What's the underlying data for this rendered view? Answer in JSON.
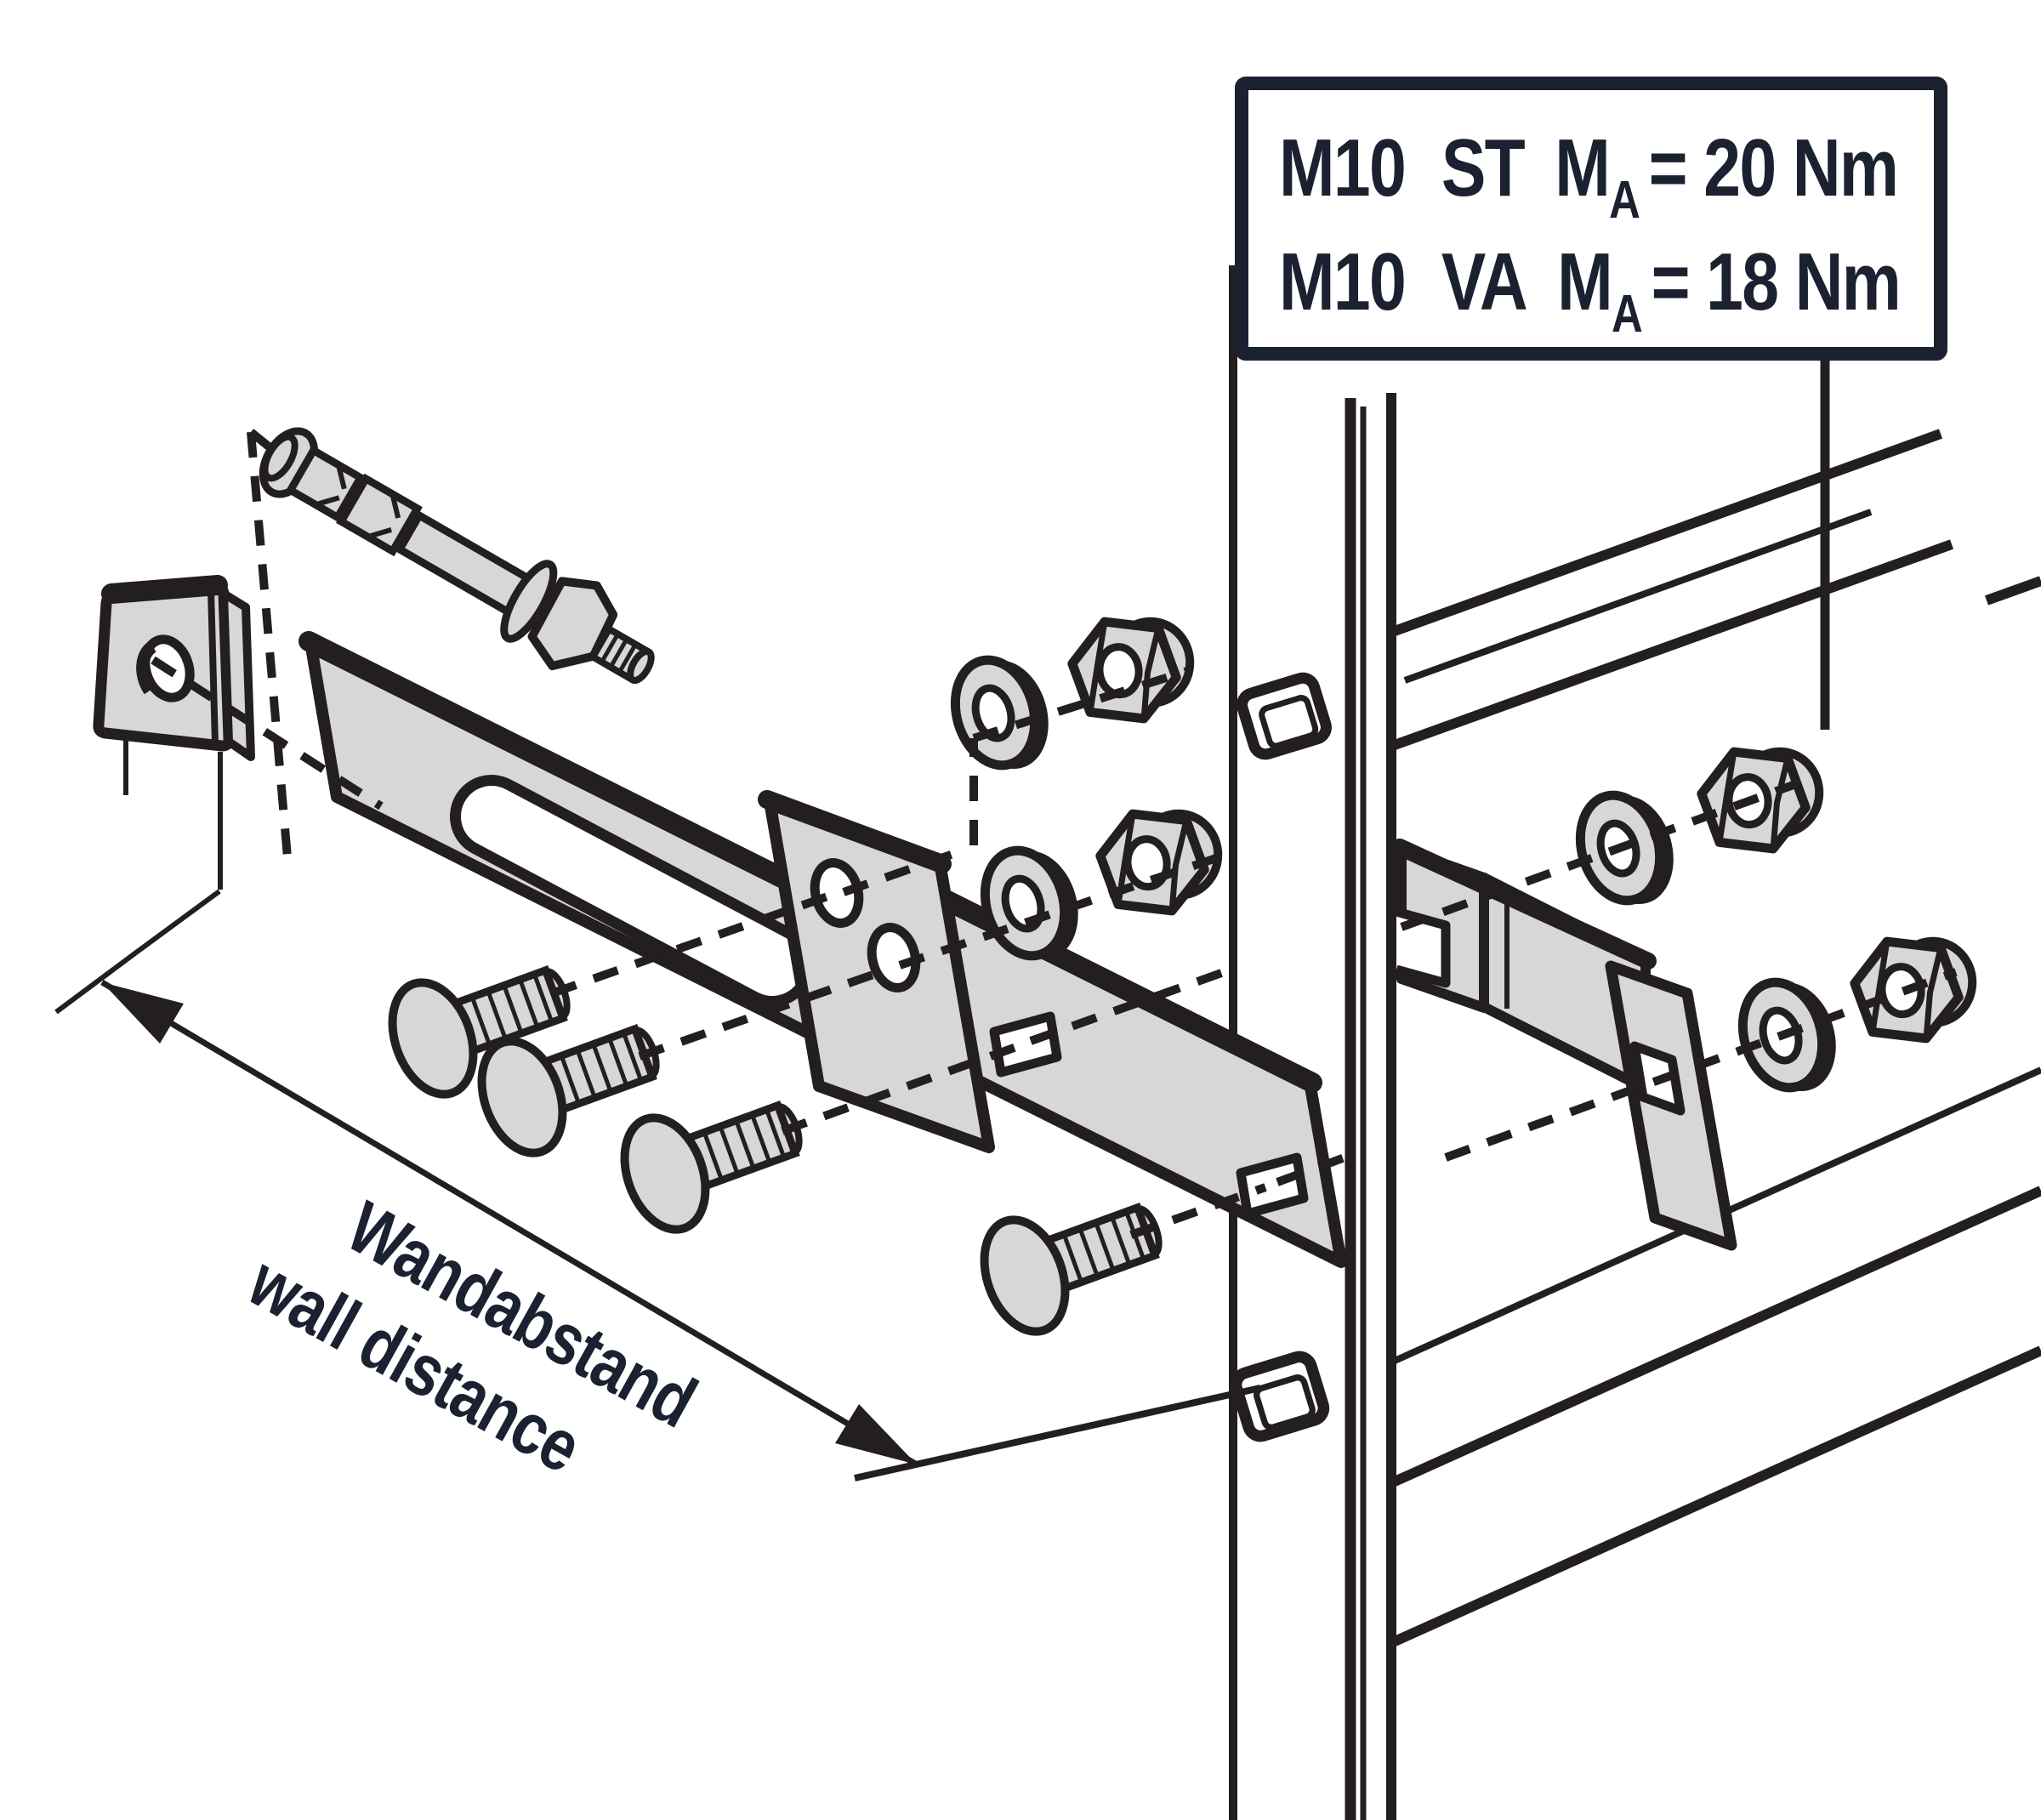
{
  "diagram": {
    "torque_box": {
      "rows": [
        {
          "thread": "M10",
          "material": "ST",
          "symbol_base": "M",
          "symbol_sub": "A",
          "value": "= 20 Nm"
        },
        {
          "thread": "M10",
          "material": "VA",
          "symbol_base": "M",
          "symbol_sub": "A",
          "value": "= 18 Nm"
        }
      ]
    },
    "dimension_label": {
      "de": "Wandabstand",
      "en": "wall distance"
    },
    "colors": {
      "line": "#231f20",
      "metal_fill": "#d7d7d8",
      "background": "#ffffff",
      "text": "#1b2130"
    }
  }
}
